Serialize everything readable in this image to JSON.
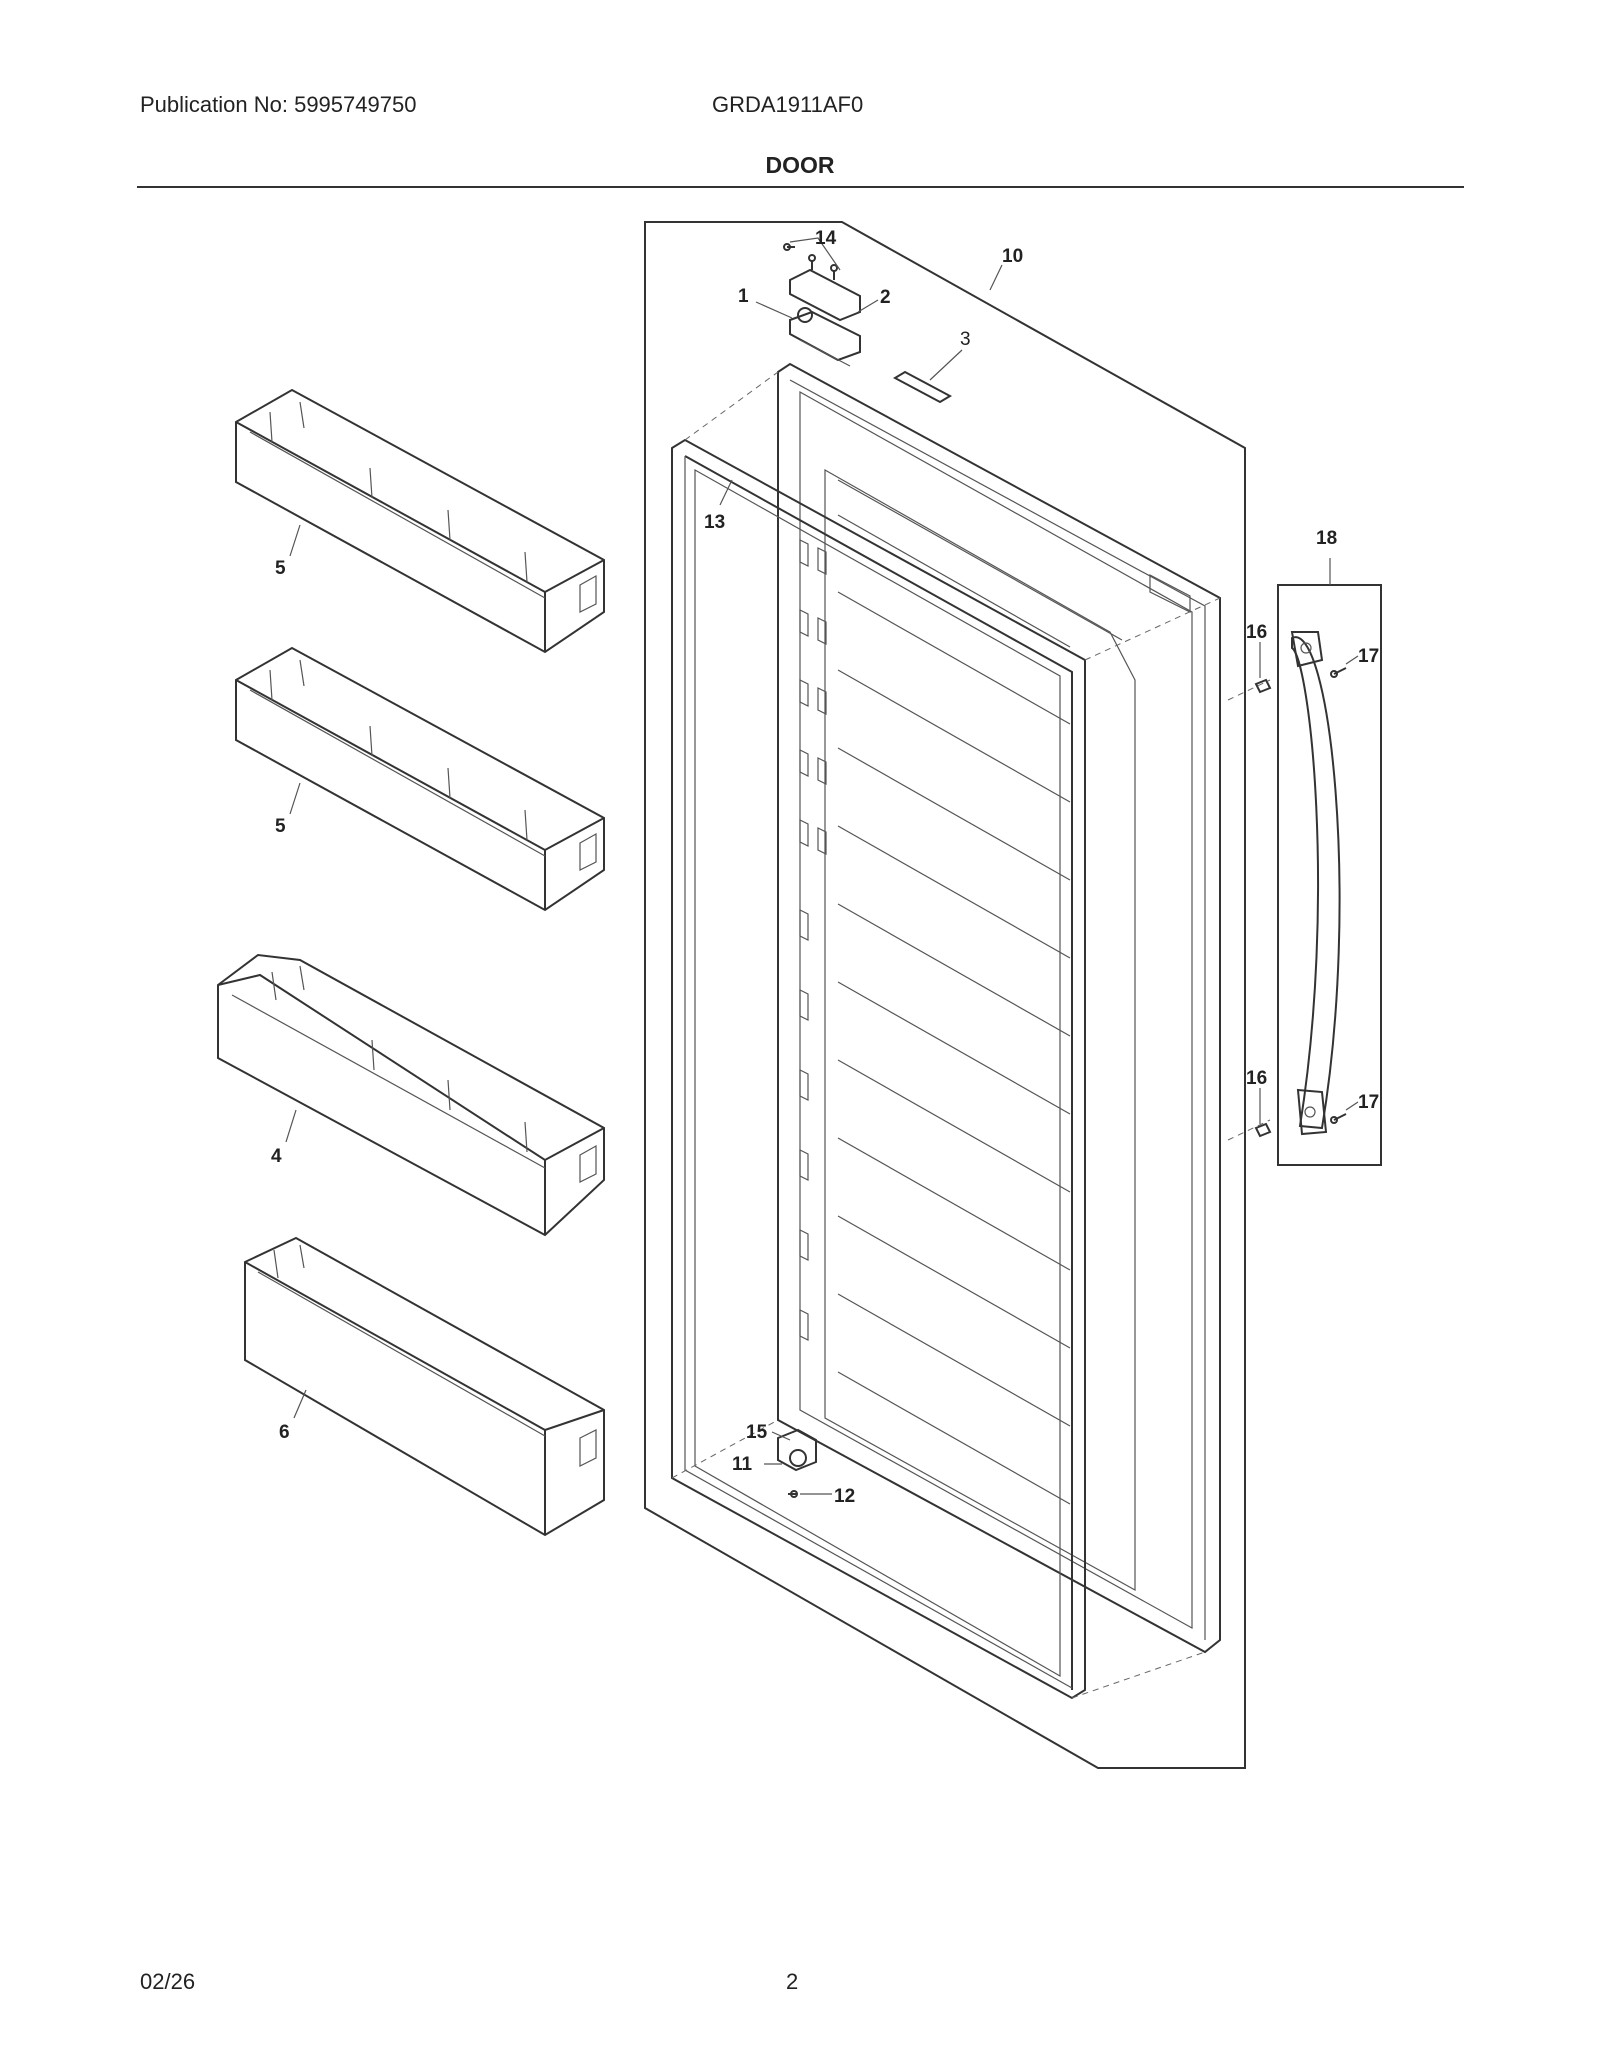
{
  "header": {
    "publication": "Publication No: 5995749750",
    "model": "GRDA1911AF0",
    "title": "DOOR"
  },
  "footer": {
    "date": "02/26",
    "page": "2"
  },
  "callouts": {
    "c1": "1",
    "c2": "2",
    "c3": "3",
    "c4": "4",
    "c5a": "5",
    "c5b": "5",
    "c6": "6",
    "c10": "10",
    "c11": "11",
    "c12": "12",
    "c13": "13",
    "c14": "14",
    "c15": "15",
    "c16a": "16",
    "c16b": "16",
    "c17a": "17",
    "c17b": "17",
    "c18": "18"
  }
}
